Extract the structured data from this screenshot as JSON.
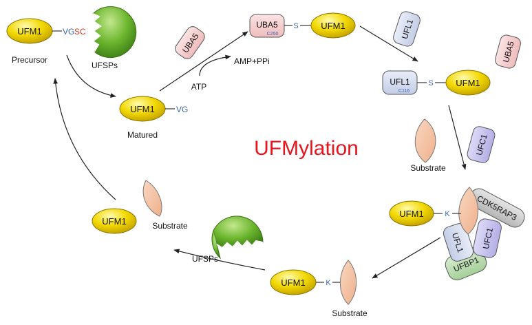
{
  "title": "UFMylation",
  "labels": {
    "ufm1": "UFM1",
    "uba5": "UBA5",
    "ufl1": "UFL1",
    "ufc1": "UFC1",
    "ufbp1": "UFBP1",
    "cdk5rap3": "CDK5RAP3",
    "ufsps": "UFSPs",
    "substrate": "Substrate",
    "precursor": "Precursor",
    "matured": "Matured",
    "atp": "ATP",
    "amp_ppi": "AMP+PPi",
    "vg": "VG",
    "sc": "SC",
    "s": "S",
    "k": "K",
    "c250": "C250",
    "c116": "C116"
  },
  "colors": {
    "title": "#e8131b",
    "ufm1": "#f1d500",
    "uba5": "#f6cccc",
    "ufl1": "#d5dcee",
    "ufc1": "#c5c2ee",
    "ufbp1": "#b7d9ad",
    "cdk5rap3": "#c8c8c8",
    "substrate": "#f4c2a3",
    "ufsp": "#6ab42c",
    "link_blue": "#3a63b0",
    "link_red": "#d4391f"
  }
}
